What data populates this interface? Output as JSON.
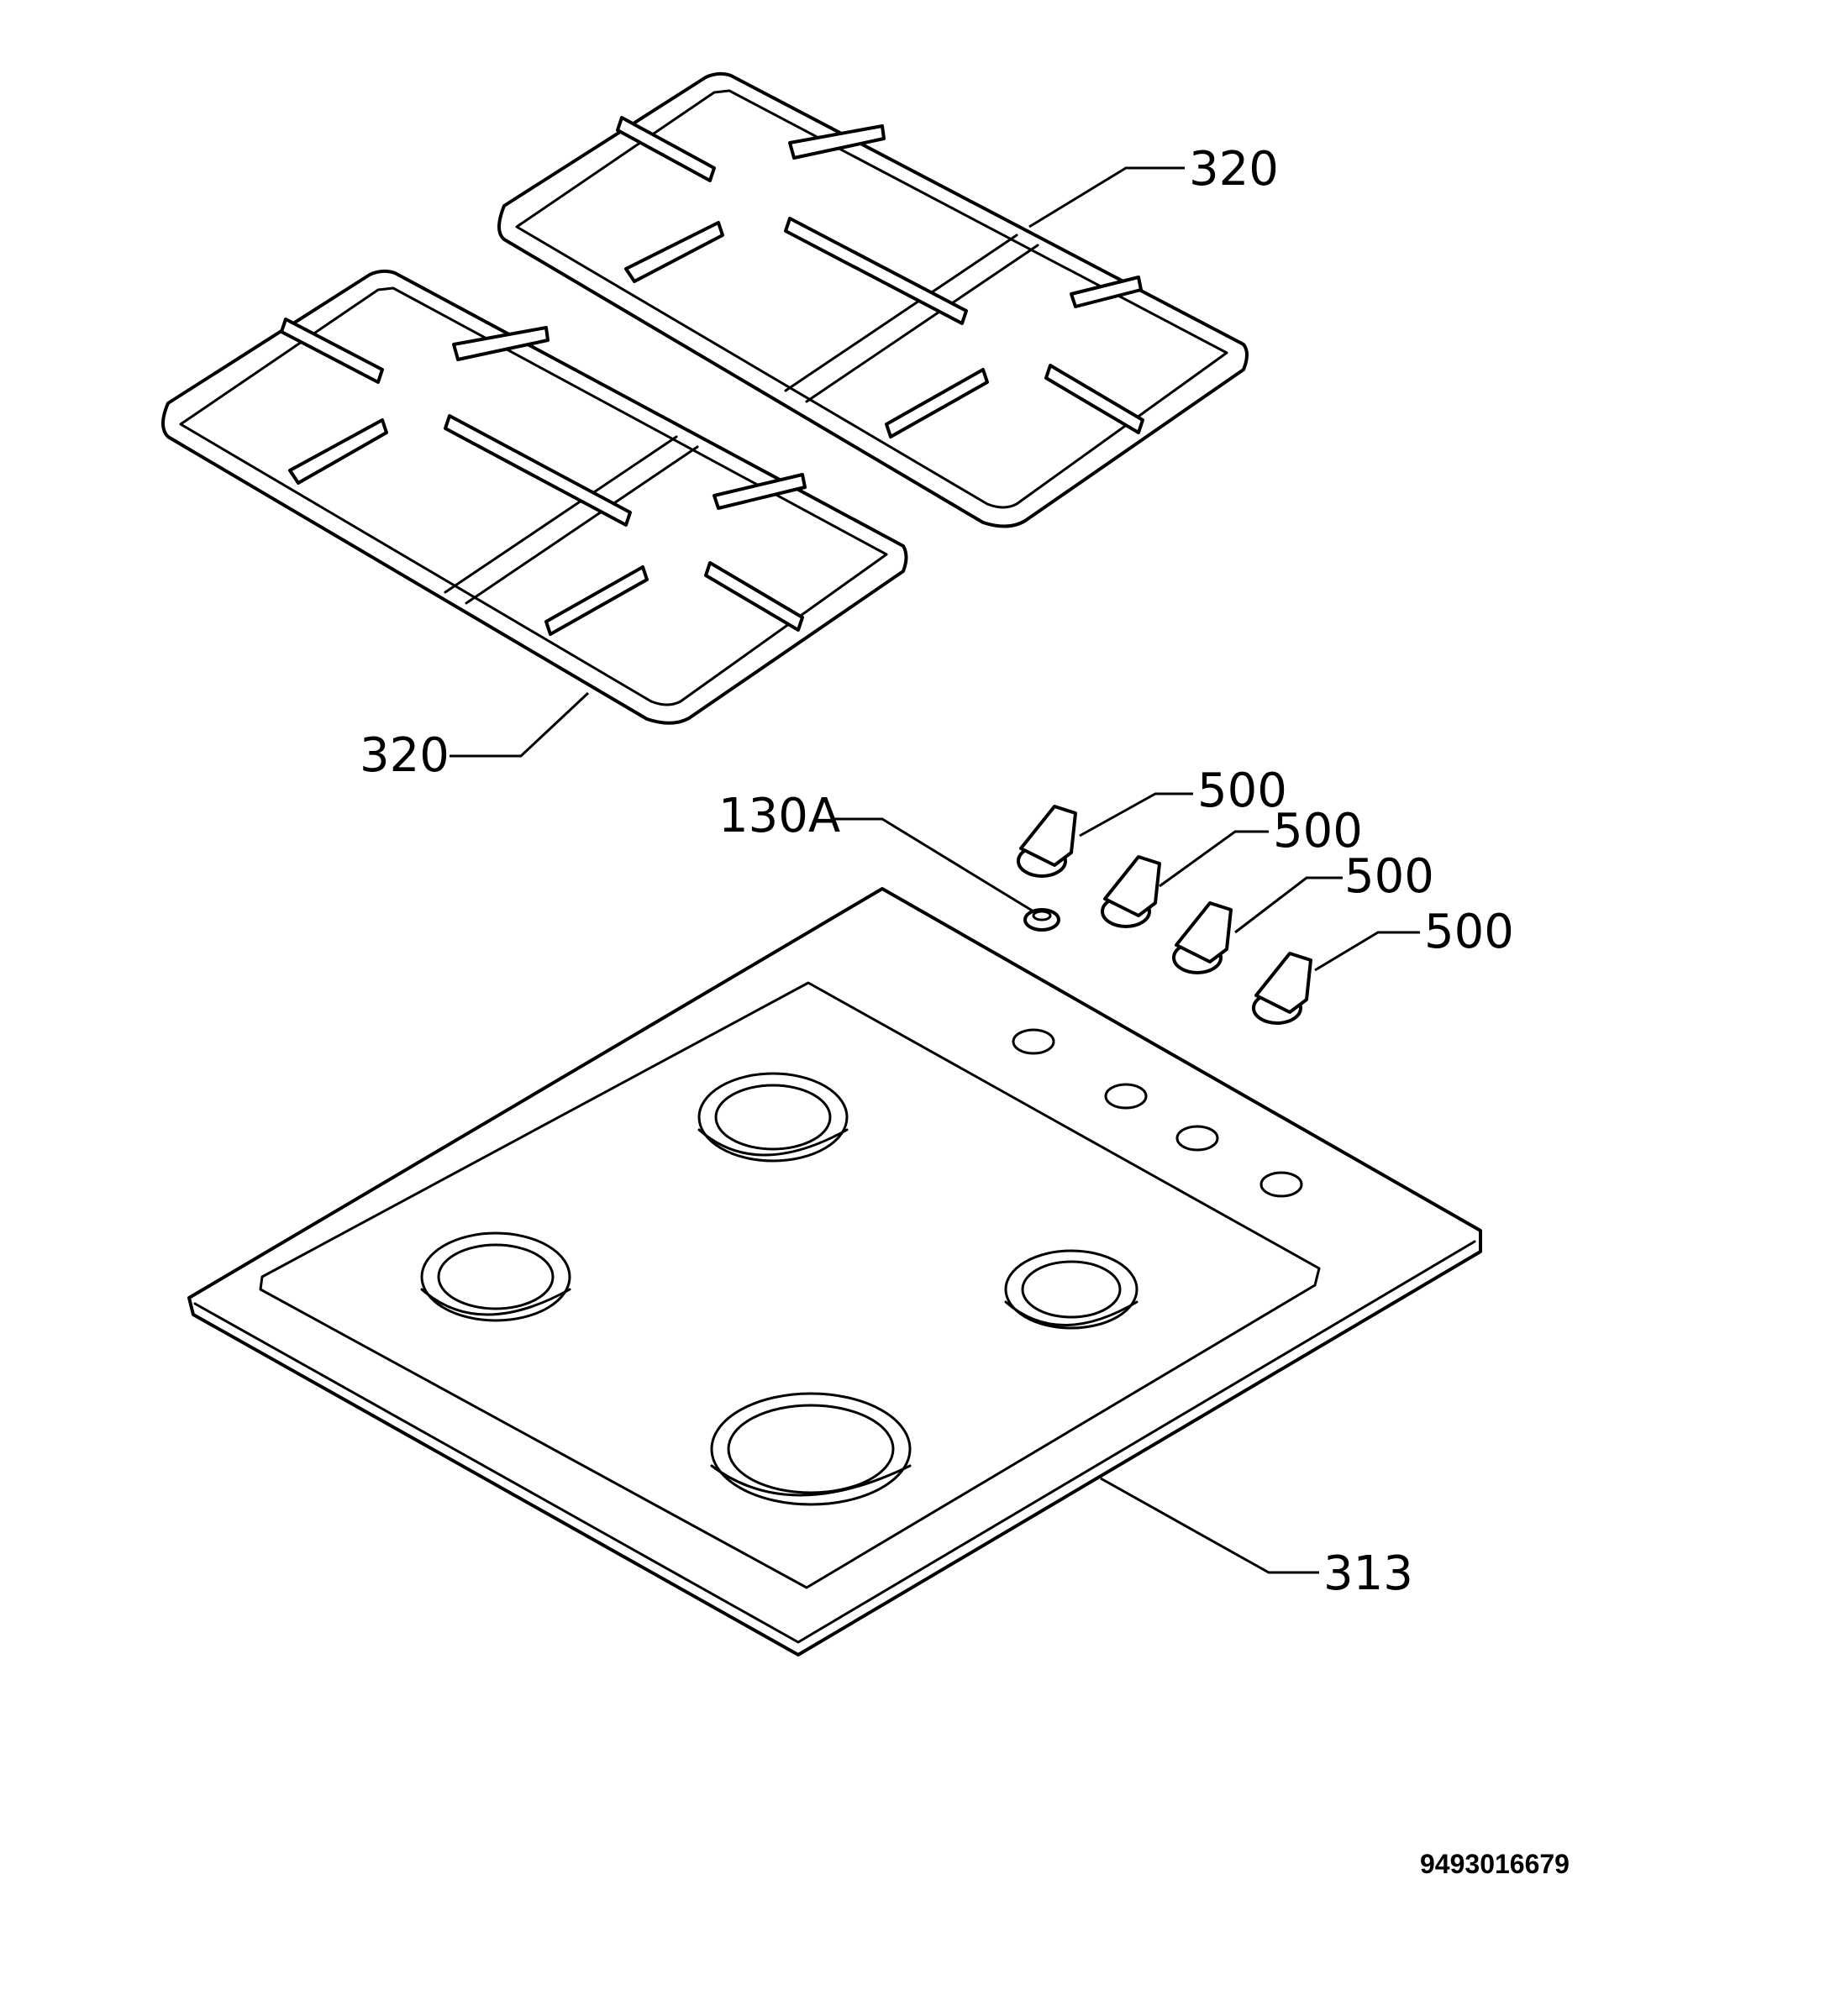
{
  "callouts": {
    "grid_top": "320",
    "grid_left": "320",
    "gasket": "130A",
    "knob_1": "500",
    "knob_2": "500",
    "knob_3": "500",
    "knob_4": "500",
    "hob_top": "313"
  },
  "document_id": "9493016679",
  "colors": {
    "line": "#000000",
    "background": "#ffffff"
  }
}
